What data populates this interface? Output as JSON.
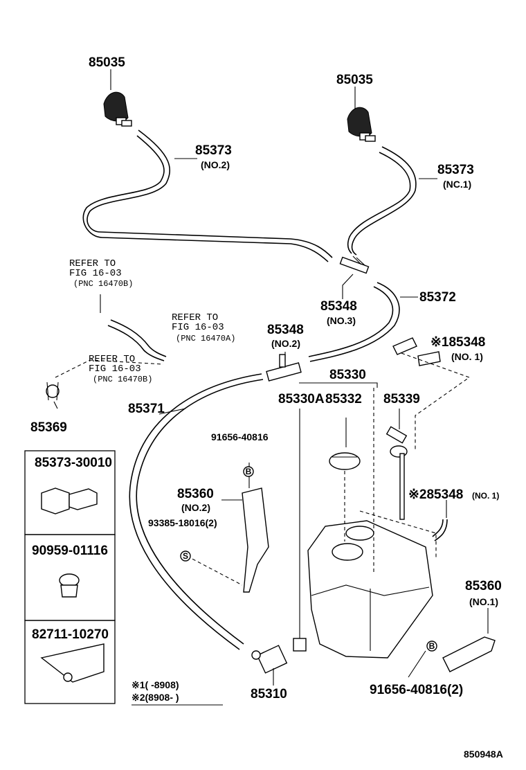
{
  "diagram_id": "850948A",
  "parts": {
    "nozzle_left": "85035",
    "nozzle_right": "85035",
    "hose_no2": "85373",
    "hose_no2_sub": "(NO.2)",
    "hose_no1": "85373",
    "hose_no1_sub": "(NC.1)",
    "joint_no3": "85348",
    "joint_no3_sub": "(NO.3)",
    "hose_85372": "85372",
    "joint_no2": "85348",
    "joint_no2_sub": "(NO.2)",
    "joint_no1_star": "※185348",
    "joint_no1_star_sub": "(NO. 1)",
    "hose_85371": "85371",
    "clamp_85369": "85369",
    "tank_85330": "85330",
    "tank_85330a": "85330A",
    "cap_85332": "85332",
    "inlet_85339": "85339",
    "joint_star2": "※285348",
    "joint_star2_sub": "(NO. 1)",
    "bolt_91656_top": "91656-40816",
    "bracket_no2": "85360",
    "bracket_no2_sub": "(NO.2)",
    "screw_93385": "93385-18016(2)",
    "bracket_no1": "85360",
    "bracket_no1_sub": "(NO.1)",
    "bolt_91656_bottom": "91656-40816(2)",
    "motor_85310": "85310"
  },
  "refs": [
    {
      "line1": "REFER TO",
      "line2": "FIG 16-03",
      "line3": "(PNC 16470B)"
    },
    {
      "line1": "REFER TO",
      "line2": "FIG 16-03",
      "line3": "(PNC 16470A)"
    },
    {
      "line1": "REFER TO",
      "line2": "FIG 16-03",
      "line3": "(PNC 16470B)"
    }
  ],
  "legend_boxes": [
    {
      "part": "85373-30010"
    },
    {
      "part": "90959-01116"
    },
    {
      "part": "82711-10270"
    }
  ],
  "footnotes": {
    "note1": "※1(    -8908)",
    "note2": "※2(8908-       )"
  },
  "markers": {
    "b": "B",
    "s": "S"
  }
}
